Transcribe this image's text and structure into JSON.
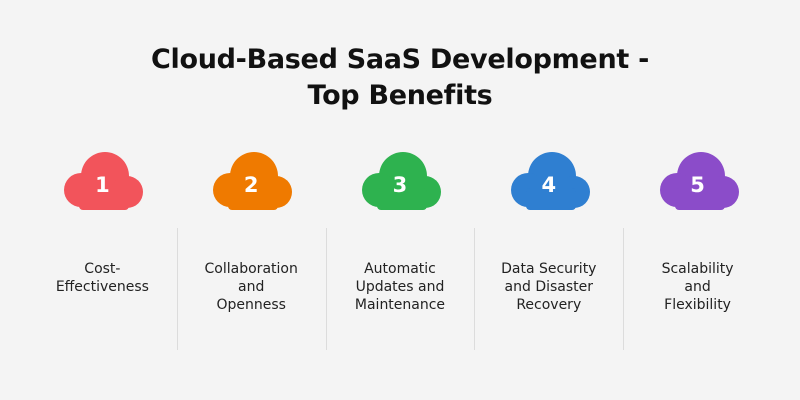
{
  "title": {
    "line1": "Cloud-Based SaaS Development -",
    "line2": "Top Benefits"
  },
  "benefits": [
    {
      "number": "1",
      "color": "#f2545b",
      "lines": [
        "Cost-",
        "Effectiveness"
      ]
    },
    {
      "number": "2",
      "color": "#ef7a00",
      "lines": [
        "Collaboration",
        "and",
        "Openness"
      ]
    },
    {
      "number": "3",
      "color": "#2eb24f",
      "lines": [
        "Automatic",
        "Updates and",
        "Maintenance"
      ]
    },
    {
      "number": "4",
      "color": "#2f7fd1",
      "lines": [
        "Data Security",
        "and Disaster",
        "Recovery"
      ]
    },
    {
      "number": "5",
      "color": "#8b4cc9",
      "lines": [
        "Scalability",
        "and",
        "Flexibility"
      ]
    }
  ]
}
